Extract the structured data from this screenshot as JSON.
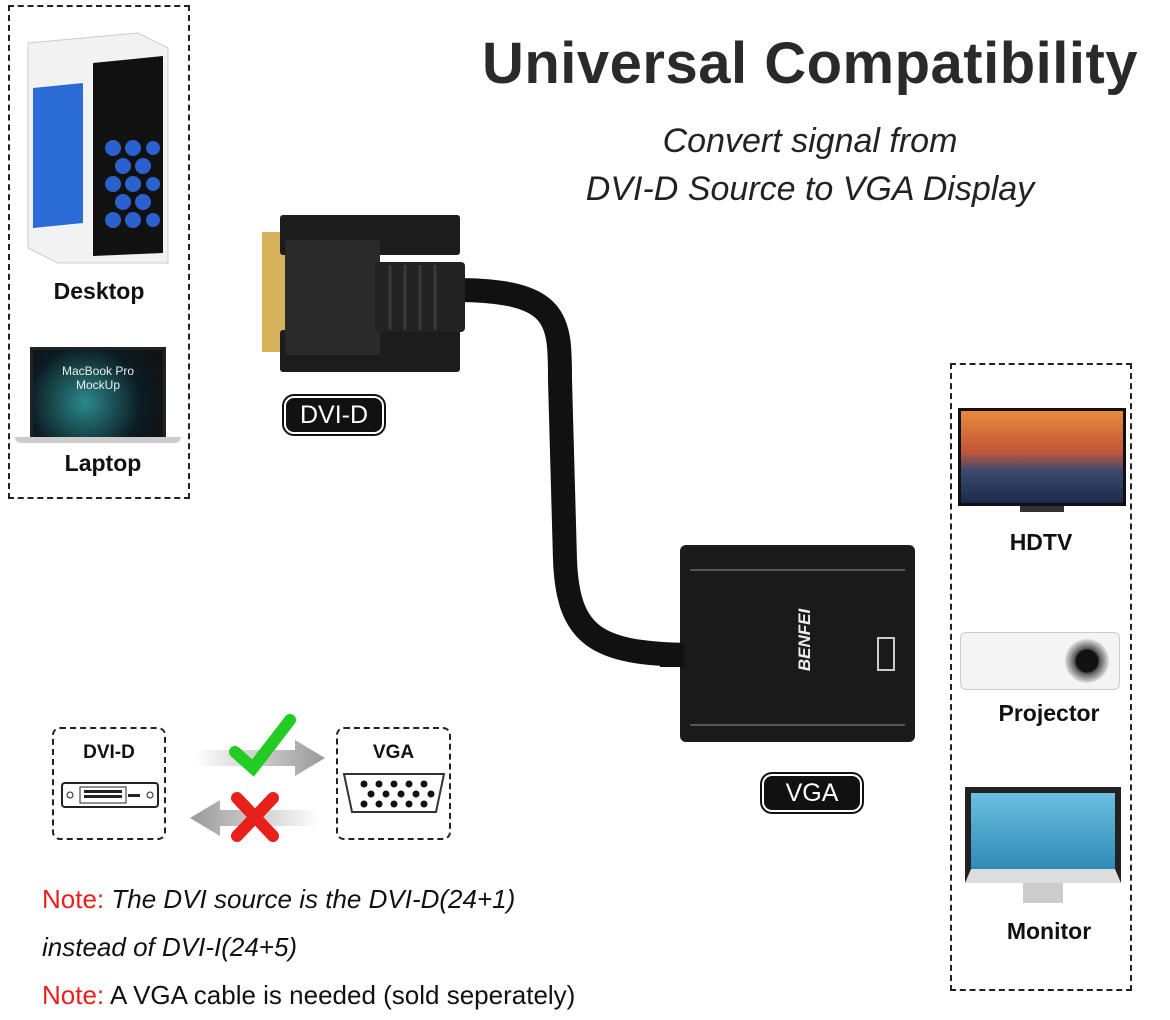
{
  "header": {
    "title": "Universal Compatibility",
    "subtitle_line1": "Convert signal from",
    "subtitle_line2": "DVI-D Source to VGA Display"
  },
  "sources": {
    "items": [
      {
        "label": "Desktop"
      },
      {
        "label": "Laptop",
        "screen_text": "MacBook Pro MockUp"
      }
    ]
  },
  "displays": {
    "items": [
      {
        "label": "HDTV"
      },
      {
        "label": "Projector"
      },
      {
        "label": "Monitor"
      }
    ]
  },
  "adapter": {
    "input_label": "DVI-D",
    "output_label": "VGA",
    "brand": "BENFEI"
  },
  "direction_diagram": {
    "left_label": "DVI-D",
    "right_label": "VGA",
    "colors": {
      "check": "#22cc22",
      "cross": "#e8201c",
      "arrow": "#999999"
    }
  },
  "notes": [
    {
      "prefix": "Note:",
      "text": "The DVI source is the DVI-D(24+1)",
      "continuation": "instead of DVI-I(24+5)"
    },
    {
      "prefix": "Note:",
      "text": "A VGA cable is needed (sold seperately)"
    }
  ],
  "colors": {
    "note_prefix": "#e8201c"
  }
}
